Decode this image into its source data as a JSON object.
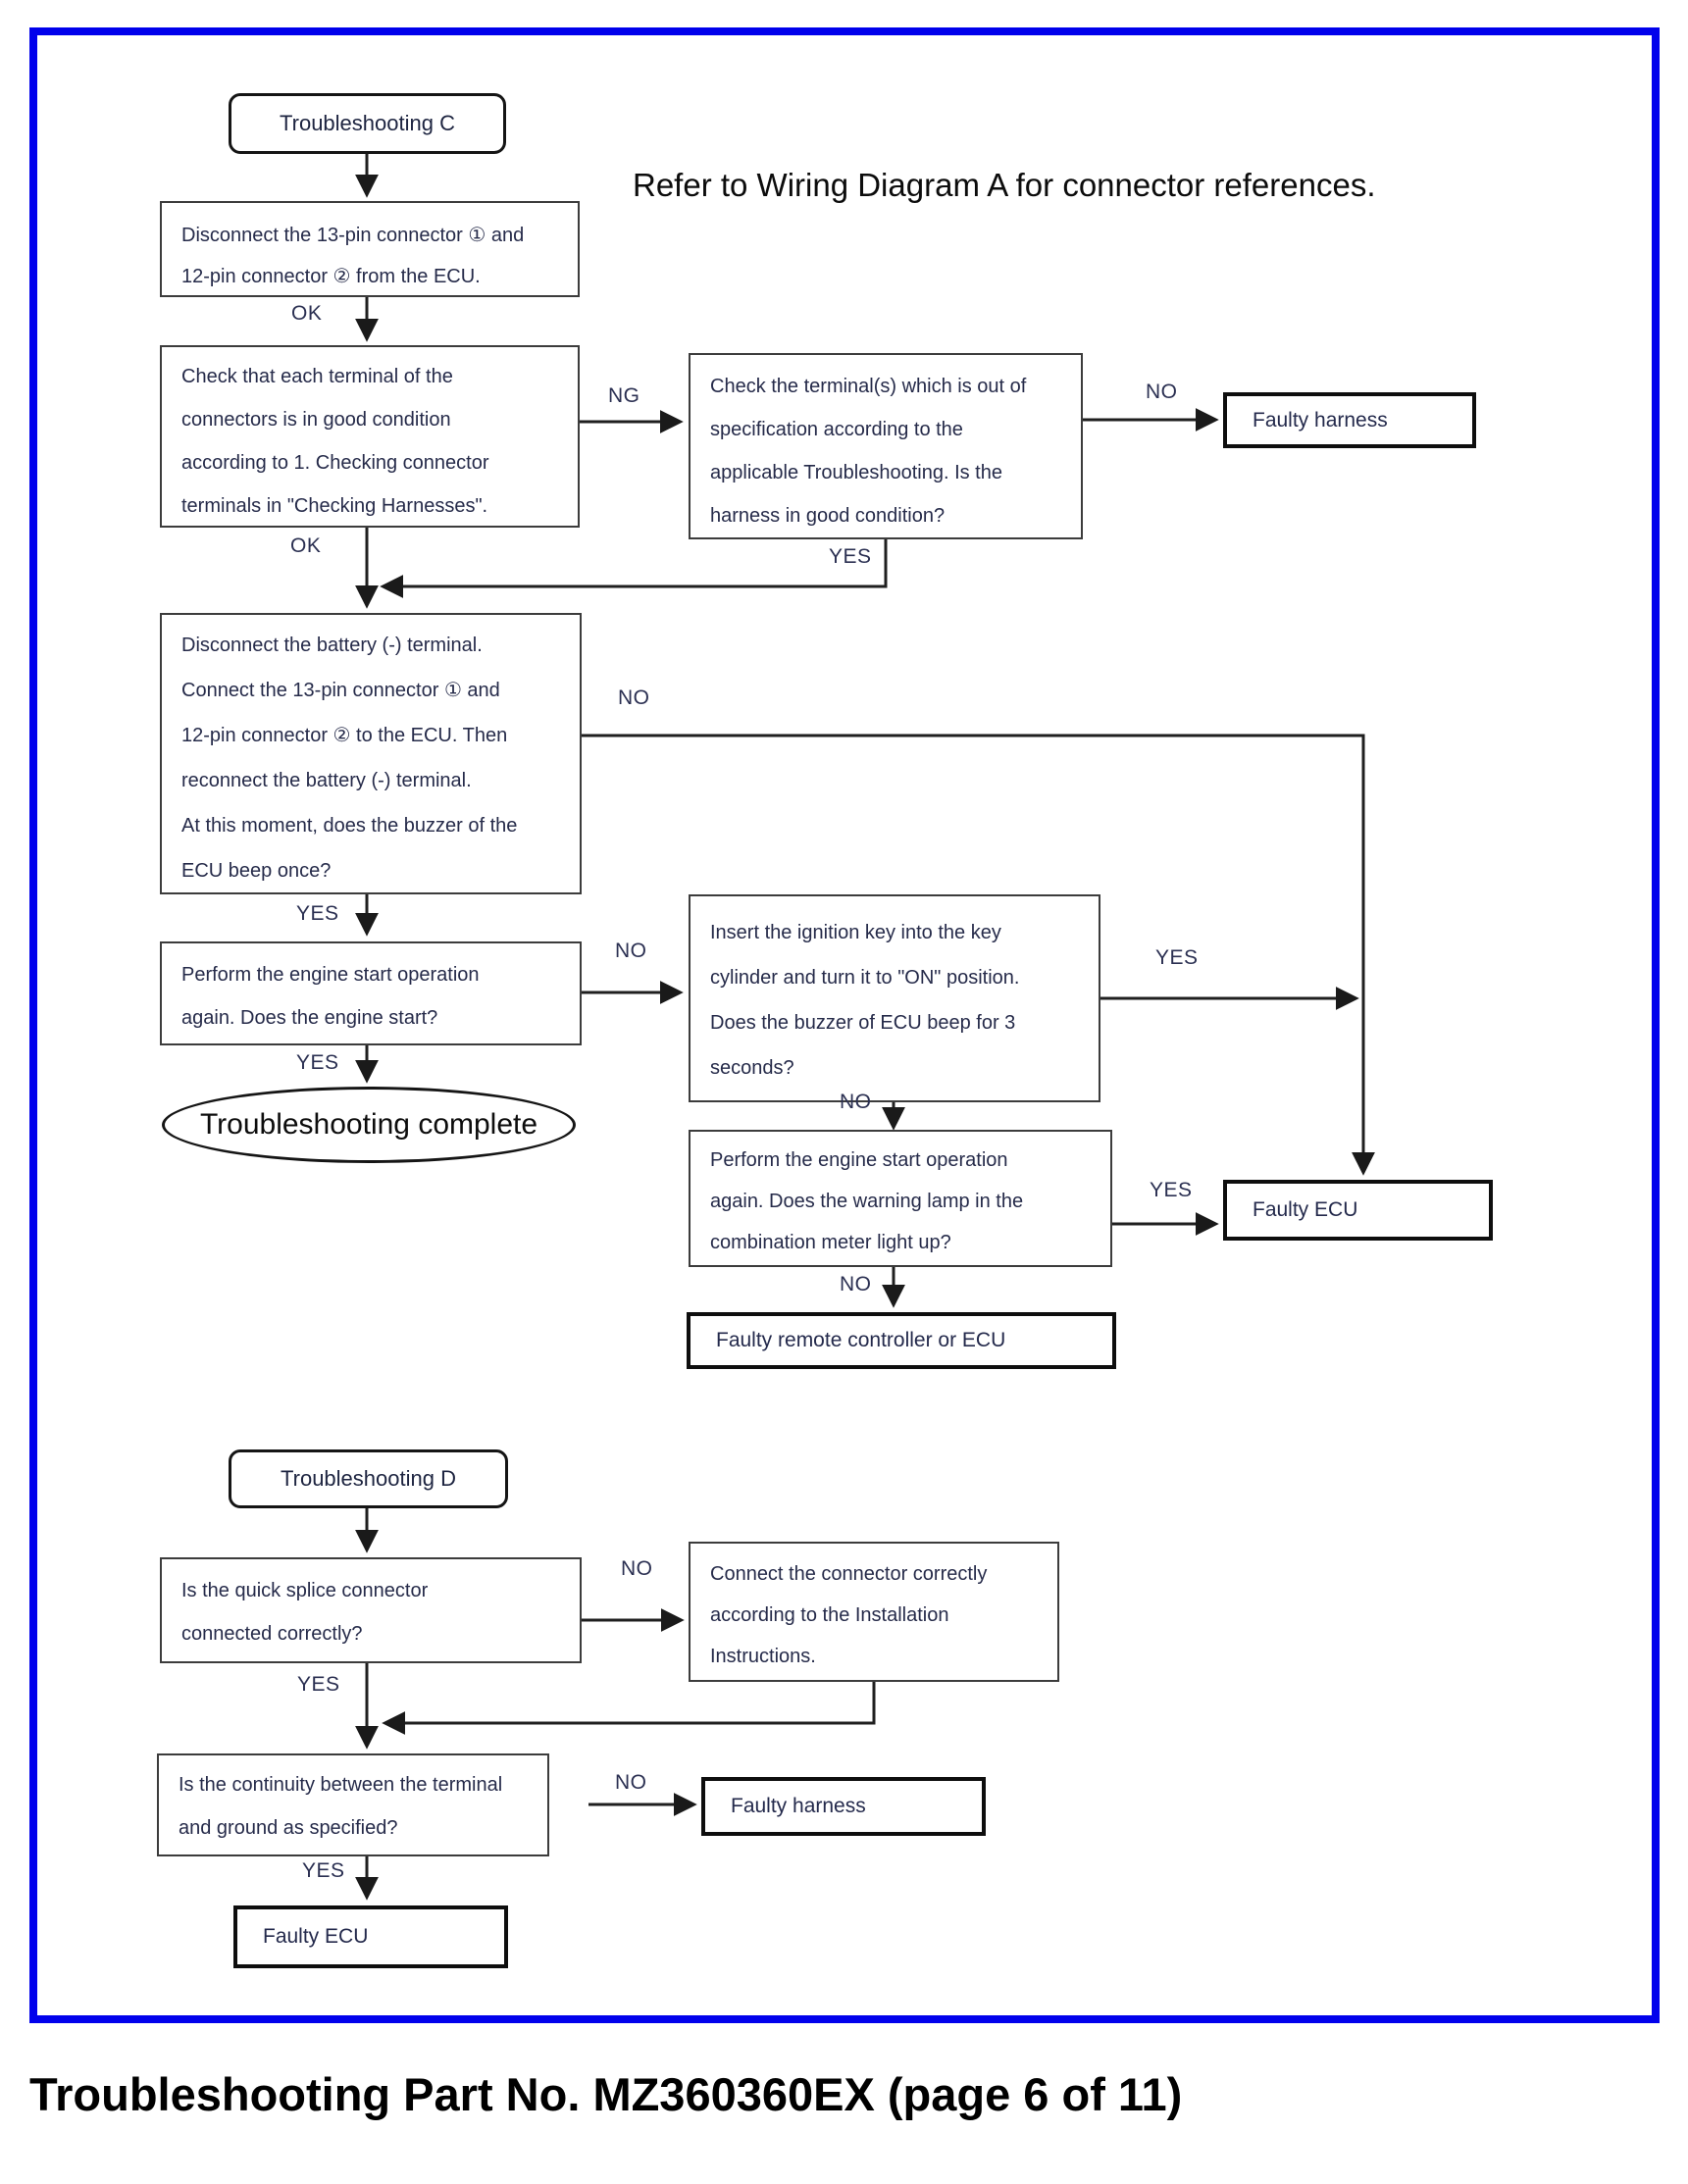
{
  "document": {
    "note": "Refer to Wiring Diagram A for connector references.",
    "caption": "Troubleshooting Part No. MZ360360EX (page 6 of 11)",
    "frame_color": "#0101ec",
    "line_color": "#1f1f1f",
    "flowchart_c": {
      "start": "Troubleshooting C",
      "steps": {
        "disconnect": "Disconnect the 13-pin connector ① and\n12-pin connector ② from the ECU.",
        "check_terminals": "Check that each terminal of the\nconnectors is in good condition\naccording to 1. Checking connector\nterminals in \"Checking Harnesses\".",
        "check_out_of_spec": "Check the terminal(s) which is out of\nspecification according to the\napplicable Troubleshooting. Is the\nharness in good condition?",
        "reconnect_battery": "Disconnect the battery (-) terminal.\nConnect the 13-pin connector ① and\n12-pin connector ② to the ECU. Then\nreconnect the battery (-) terminal.\nAt this moment, does the buzzer of the\nECU beep once?",
        "engine_start": "Perform the engine start operation\nagain. Does the engine start?",
        "ignition_key": "Insert the ignition key into the key\ncylinder and turn it to \"ON\" position.\nDoes the buzzer of ECU beep for 3\nseconds?",
        "warning_lamp": "Perform the engine start operation\nagain. Does the warning lamp in the\ncombination meter light up?"
      },
      "outcomes": {
        "faulty_harness": "Faulty harness",
        "faulty_ecu": "Faulty ECU",
        "faulty_remote": "Faulty remote controller or ECU",
        "complete": "Troubleshooting complete"
      },
      "edge_labels": {
        "ok1": "OK",
        "ng1": "NG",
        "no1": "NO",
        "yes1": "YES",
        "ok2": "OK",
        "no2": "NO",
        "no3": "NO",
        "yes2": "YES",
        "yes3": "YES",
        "no4": "NO",
        "yes4": "YES",
        "no5": "NO"
      }
    },
    "flowchart_d": {
      "start": "Troubleshooting D",
      "steps": {
        "quick_splice": "Is the quick splice connector\nconnected correctly?",
        "connect_correctly": "Connect the connector correctly\naccording to the Installation\nInstructions.",
        "continuity": "Is the continuity between the terminal\nand ground as specified?"
      },
      "outcomes": {
        "faulty_harness": "Faulty harness",
        "faulty_ecu": "Faulty ECU"
      },
      "edge_labels": {
        "no1": "NO",
        "yes1": "YES",
        "no2": "NO",
        "yes2": "YES"
      }
    }
  }
}
